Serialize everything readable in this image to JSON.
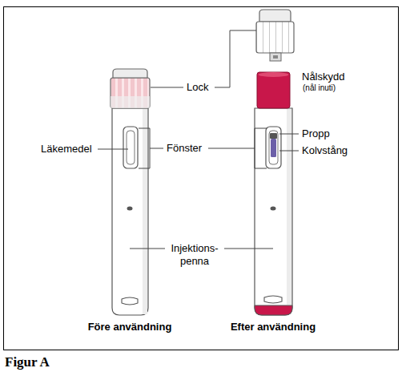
{
  "diagram": {
    "caption": "Figur A",
    "labels": [
      "Lock",
      "Nålskydd",
      "(nål inuti)",
      "Propp",
      "Läkemedel",
      "Fönster",
      "Kolvstång",
      "Injektions- penna",
      "Före användning",
      "Efter användning"
    ]
  }
}
